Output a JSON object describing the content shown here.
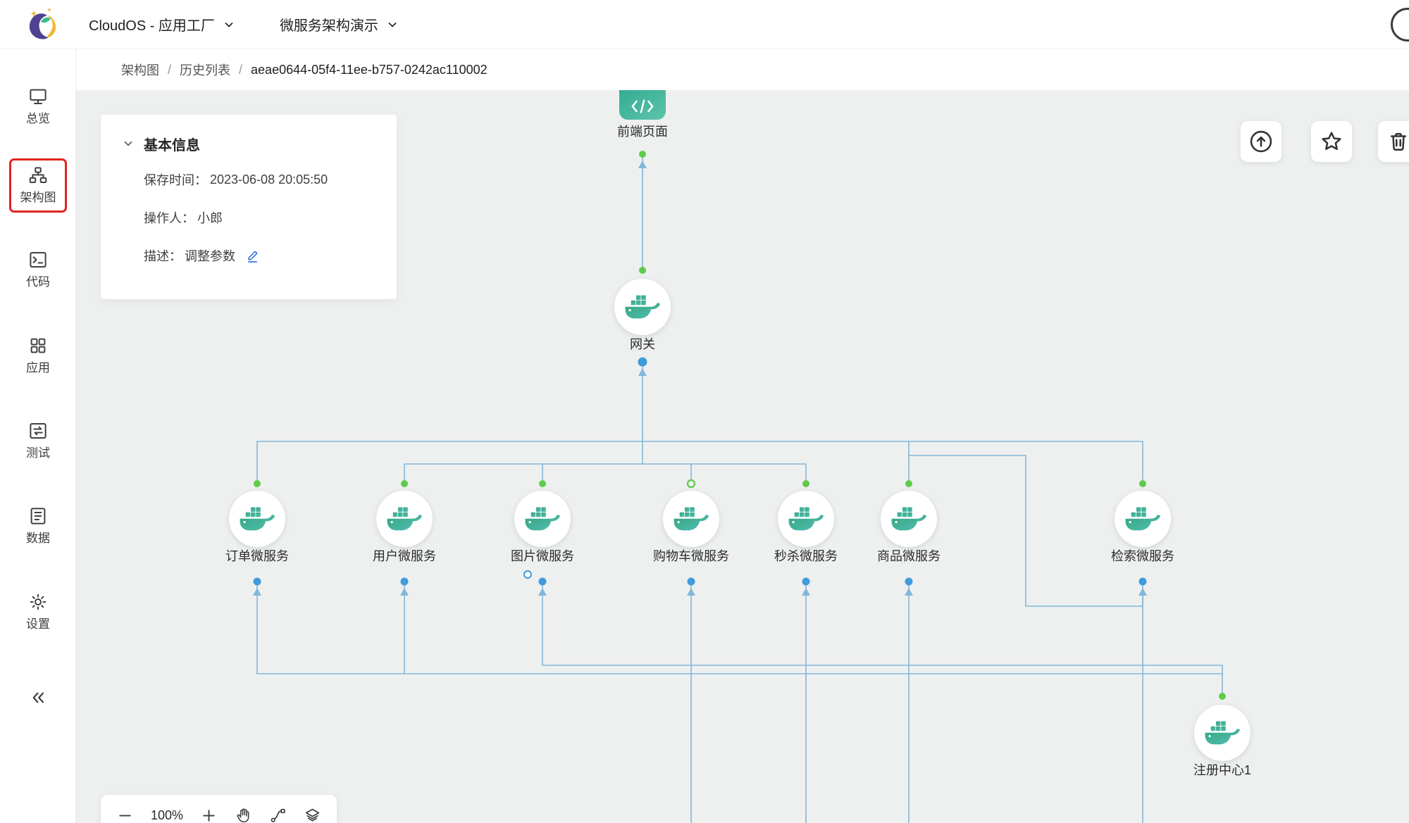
{
  "header": {
    "product_menu": "CloudOS - 应用工厂",
    "project_menu": "微服务架构演示"
  },
  "sidebar": {
    "items": [
      {
        "label": "总览",
        "icon": "monitor-icon"
      },
      {
        "label": "架构图",
        "icon": "architecture-icon",
        "active": true,
        "highlight_color": "#e0251f"
      },
      {
        "label": "代码",
        "icon": "terminal-icon"
      },
      {
        "label": "应用",
        "icon": "grid-icon"
      },
      {
        "label": "测试",
        "icon": "test-cycle-icon"
      },
      {
        "label": "数据",
        "icon": "document-icon"
      },
      {
        "label": "设置",
        "icon": "gear-icon"
      }
    ]
  },
  "breadcrumb": {
    "items": [
      "架构图",
      "历史列表",
      "aeae0644-05f4-11ee-b757-0242ac110002"
    ],
    "separator": "/"
  },
  "info_panel": {
    "title": "基本信息",
    "fields": [
      {
        "label": "保存时间：",
        "value": "2023-06-08 20:05:50"
      },
      {
        "label": "操作人：",
        "value": "小郎"
      },
      {
        "label": "描述：",
        "value": "调整参数",
        "editable": true
      }
    ]
  },
  "actions": {
    "publish_icon": "upload-circle-icon",
    "favorite_icon": "star-icon",
    "delete_icon": "trash-icon"
  },
  "toolbar": {
    "zoom_out_icon": "minus-icon",
    "zoom_level": "100%",
    "zoom_in_icon": "plus-icon",
    "pan_icon": "hand-icon",
    "route_icon": "route-icon",
    "layers_icon": "layers-icon"
  },
  "canvas": {
    "nodes": [
      {
        "id": "frontend",
        "label": "前端页面",
        "icon": "frontend-page-icon"
      },
      {
        "id": "gateway",
        "label": "网关",
        "icon": "docker-whale-icon"
      },
      {
        "id": "order",
        "label": "订单微服务",
        "icon": "docker-whale-icon"
      },
      {
        "id": "user",
        "label": "用户微服务",
        "icon": "docker-whale-icon"
      },
      {
        "id": "image",
        "label": "图片微服务",
        "icon": "docker-whale-icon"
      },
      {
        "id": "cart",
        "label": "购物车微服务",
        "icon": "docker-whale-icon"
      },
      {
        "id": "seckill",
        "label": "秒杀微服务",
        "icon": "docker-whale-icon"
      },
      {
        "id": "product",
        "label": "商品微服务",
        "icon": "docker-whale-icon"
      },
      {
        "id": "search",
        "label": "检索微服务",
        "icon": "docker-whale-icon"
      },
      {
        "id": "registry",
        "label": "注册中心1",
        "icon": "docker-whale-icon"
      }
    ],
    "colors": {
      "edge": "#82b7d8",
      "port_in_green": "#5ecb4a",
      "port_out_blue": "#3e9bdc",
      "edit_accent": "#2e6be6",
      "highlight_red": "#e0251f"
    }
  }
}
